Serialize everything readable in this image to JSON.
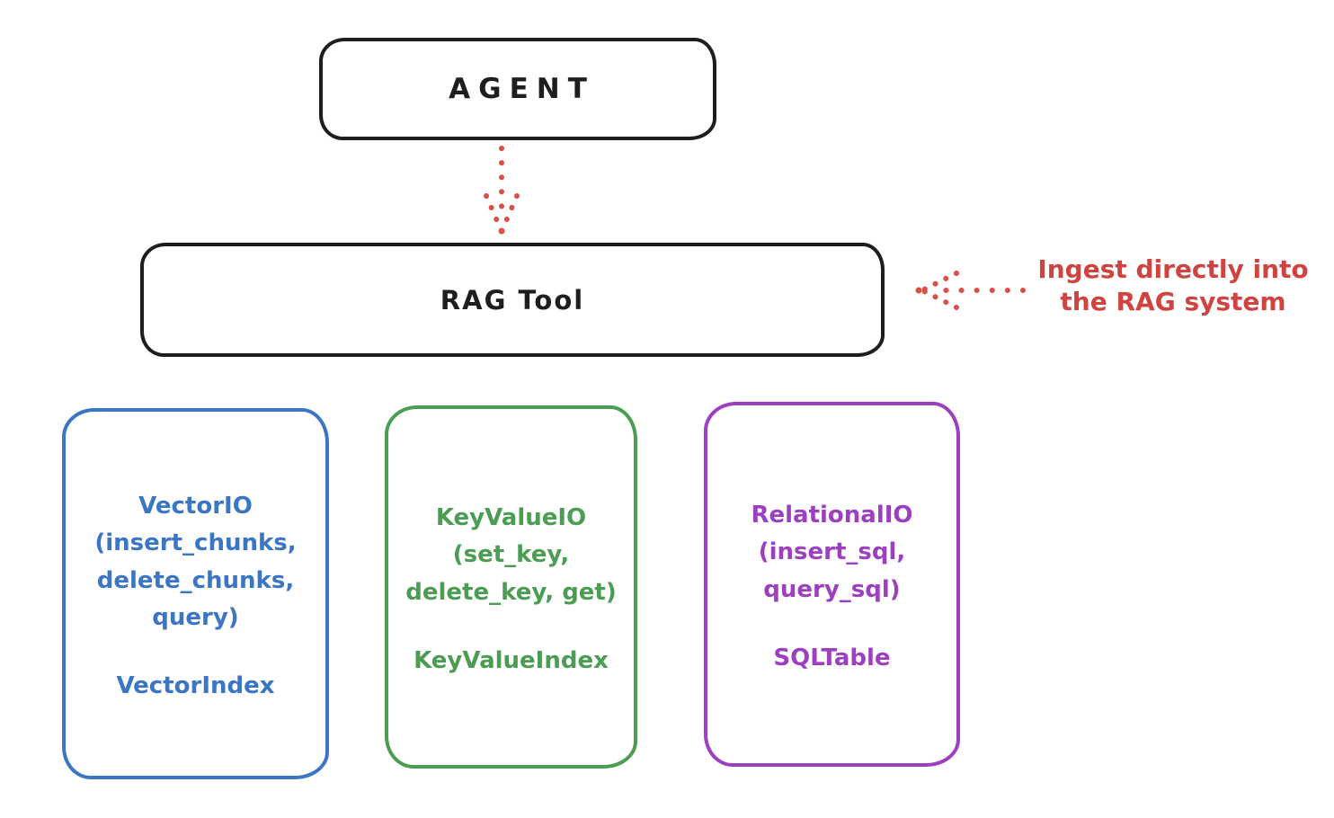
{
  "diagram": {
    "agent": {
      "label": "AGENT"
    },
    "rag_tool": {
      "label": "RAG Tool"
    },
    "annotation": {
      "text": "Ingest directly into\nthe RAG system",
      "color": "#cf4440"
    },
    "arrows": {
      "agent_to_rag": "dotted-arrow-down",
      "annotation_to_rag": "dotted-arrow-left",
      "color": "#d9504a"
    },
    "ink_color": "#1e1e1e",
    "stores": [
      {
        "name": "vector-io",
        "color": "#3b76c4",
        "methods": "VectorIO\n(insert_chunks,\ndelete_chunks,\nquery)",
        "index": "VectorIndex"
      },
      {
        "name": "key-value-io",
        "color": "#4a9d52",
        "methods": "KeyValueIO\n(set_key,\ndelete_key, get)",
        "index": "KeyValueIndex"
      },
      {
        "name": "relational-io",
        "color": "#9c40c0",
        "methods": "RelationalIO\n(insert_sql,\nquery_sql)",
        "index": "SQLTable"
      }
    ]
  }
}
